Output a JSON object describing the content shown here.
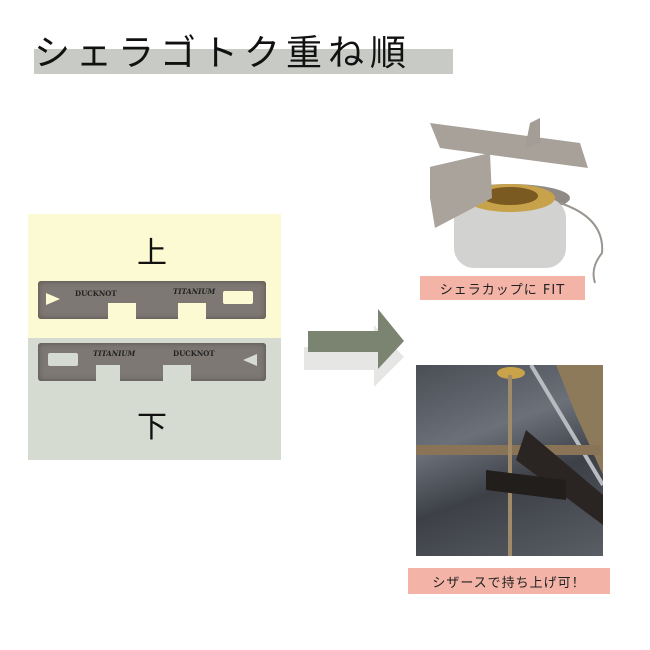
{
  "title": "シェラゴトク重ね順",
  "left_panel": {
    "top_label": "上",
    "bottom_label": "下",
    "top_plate": {
      "brand": "DUCKNOT",
      "material": "TITANIUM"
    },
    "bottom_plate": {
      "brand": "DUCKNOT",
      "material": "TITANIUM"
    }
  },
  "arrow": {
    "color": "#7b8471"
  },
  "photos": [
    {
      "caption": "シェラカップに FIT"
    },
    {
      "caption": "シザースで持ち上げ可！"
    }
  ],
  "colors": {
    "title_bar": "#c8cbc5",
    "panel_top": "#fcfad2",
    "panel_bottom": "#d6dbd2",
    "caption_bg": "#f3b4a7"
  }
}
